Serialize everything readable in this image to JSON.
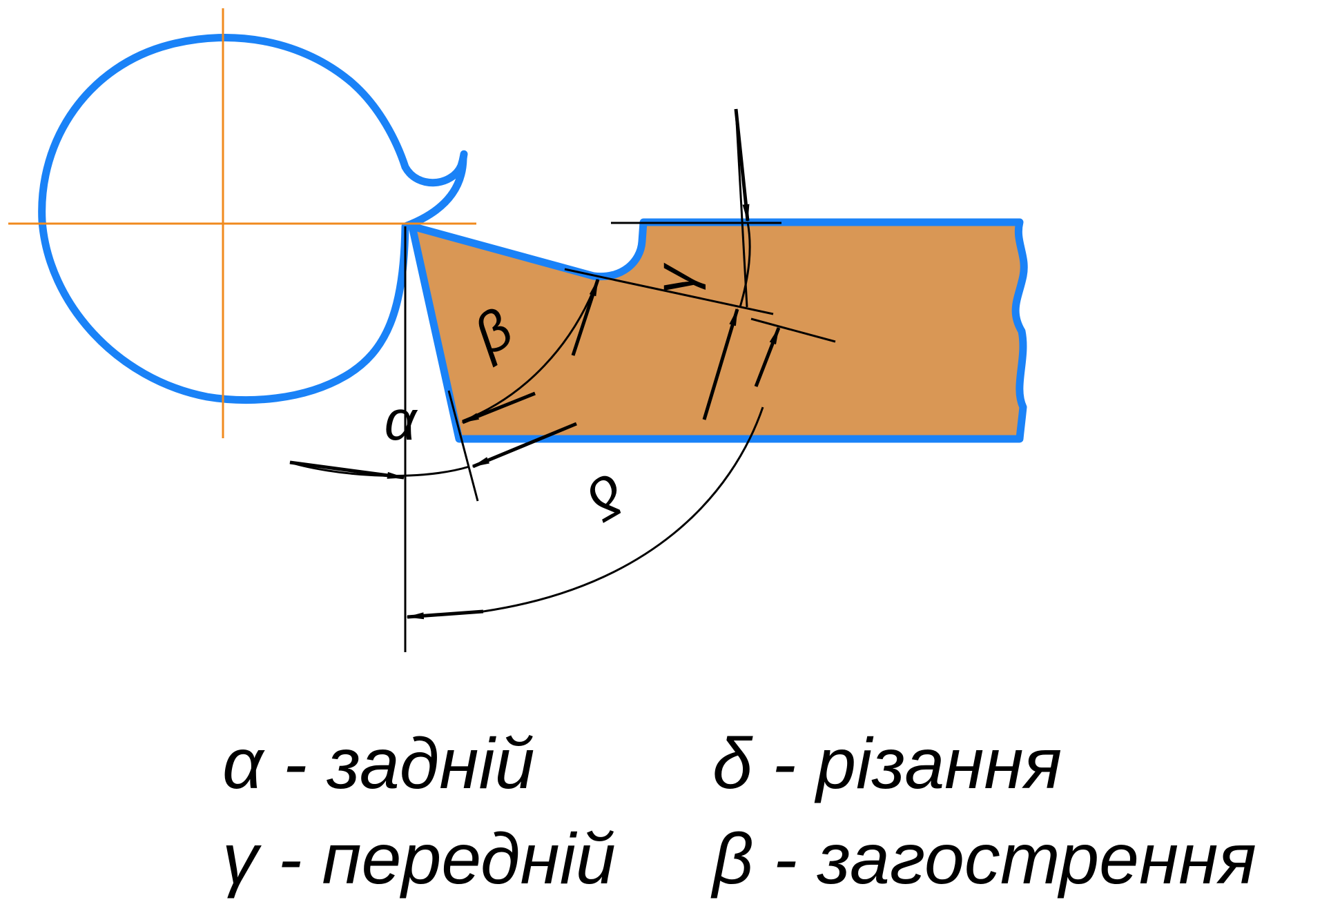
{
  "colors": {
    "outline": "#1a82f7",
    "workpiece_fill": "#d99755",
    "centerline": "#f08a1e",
    "dimension": "#000000"
  },
  "angle_labels": {
    "alpha": "α",
    "beta": "β",
    "gamma": "γ",
    "delta": "δ"
  },
  "legend": {
    "alpha": "α - задній",
    "delta": "δ - різання",
    "gamma": "γ - передній",
    "beta": "β - загострення"
  }
}
